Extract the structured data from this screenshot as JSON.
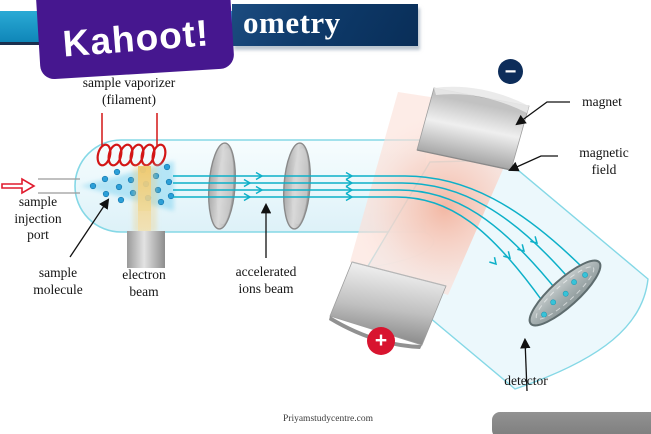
{
  "header": {
    "title_fragment": "ometry",
    "brand": "Kahoot!"
  },
  "charges": {
    "minus": "−",
    "plus": "+"
  },
  "labels": {
    "sample_vaporizer_line1": "sample vaporizer",
    "sample_vaporizer_line2": "(filament)",
    "sample_injection_line1": "sample",
    "sample_injection_line2": "injection",
    "sample_injection_line3": "port",
    "sample_molecule_line1": "sample",
    "sample_molecule_line2": "molecule",
    "electron_beam_line1": "electron",
    "electron_beam_line2": "beam",
    "accelerated_line1": "accelerated",
    "accelerated_line2": "ions beam",
    "magnet": "magnet",
    "magnetic_field_line1": "magnetic",
    "magnetic_field_line2": "field",
    "detector": "detector"
  },
  "footer": {
    "watermark": "Priyamstudycentre.com"
  },
  "colors": {
    "kahoot_purple": "#46178f",
    "title_navy": "#0e3a6a",
    "title_cyan": "#1a9cc8",
    "ion_beam_cyan": "#0db0c8",
    "filament_red": "#d31616",
    "plus_red": "#d8142f",
    "minus_navy": "#0d2d5a",
    "field_pink": "#f5b8a4"
  }
}
